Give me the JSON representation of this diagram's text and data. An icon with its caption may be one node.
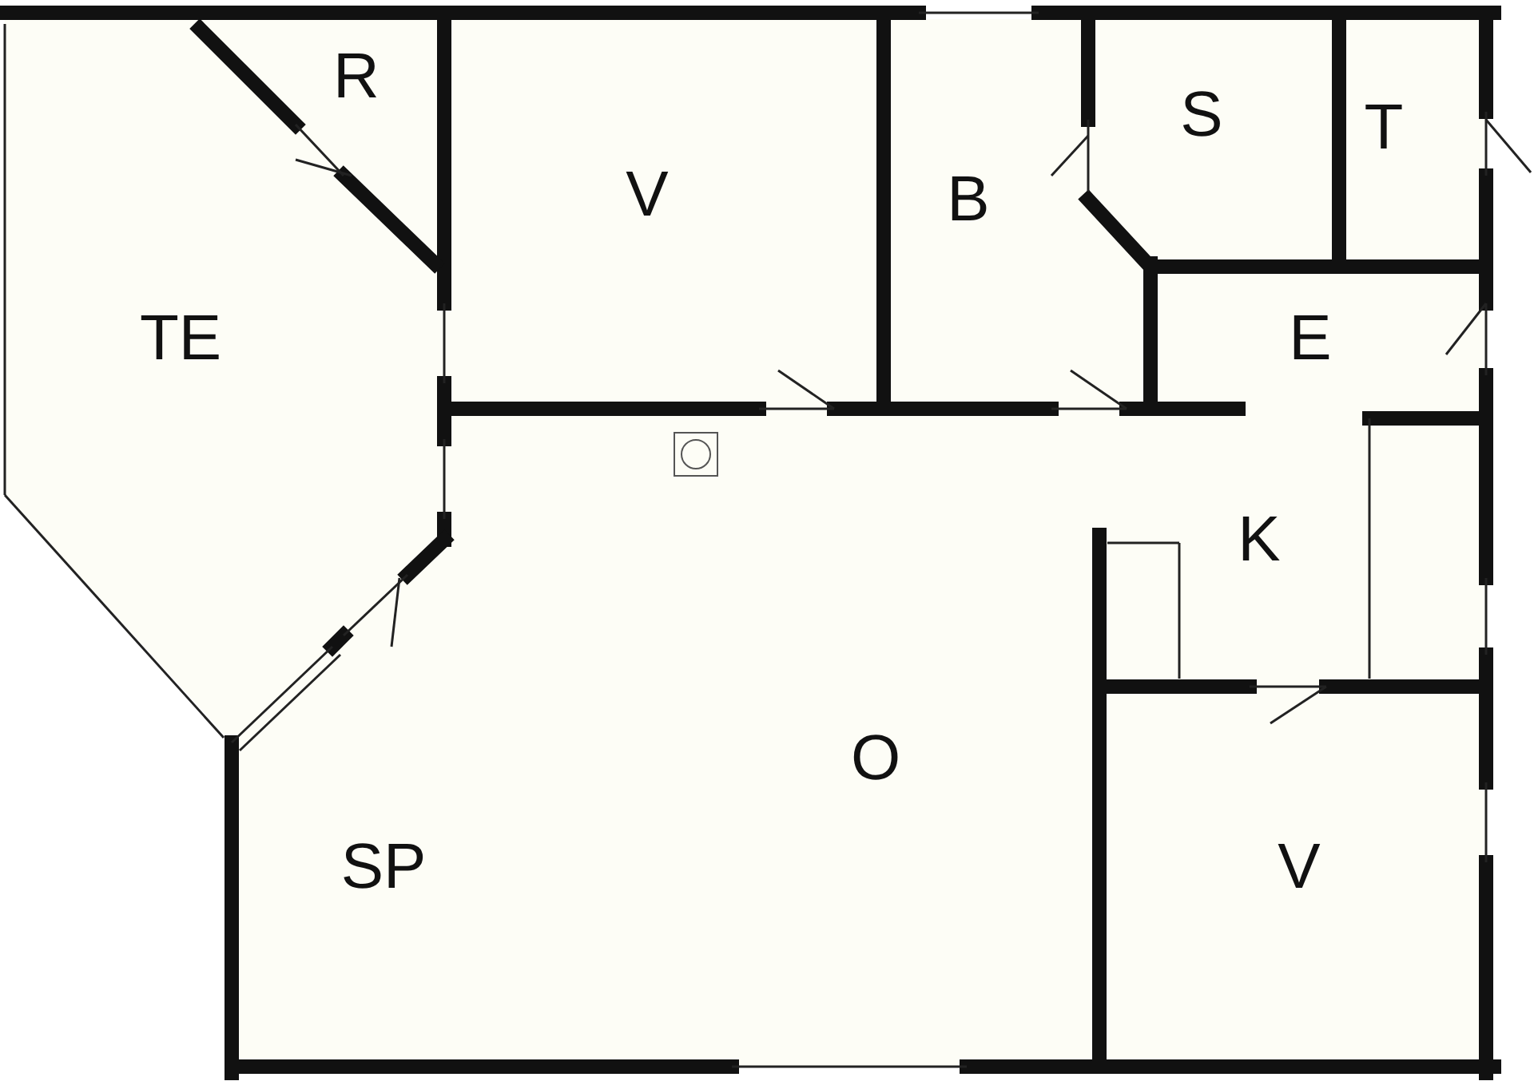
{
  "diagram": {
    "labels": [
      "R",
      "S",
      "T",
      "V",
      "B",
      "TE",
      "E",
      "K",
      "O",
      "SP",
      "V"
    ]
  }
}
